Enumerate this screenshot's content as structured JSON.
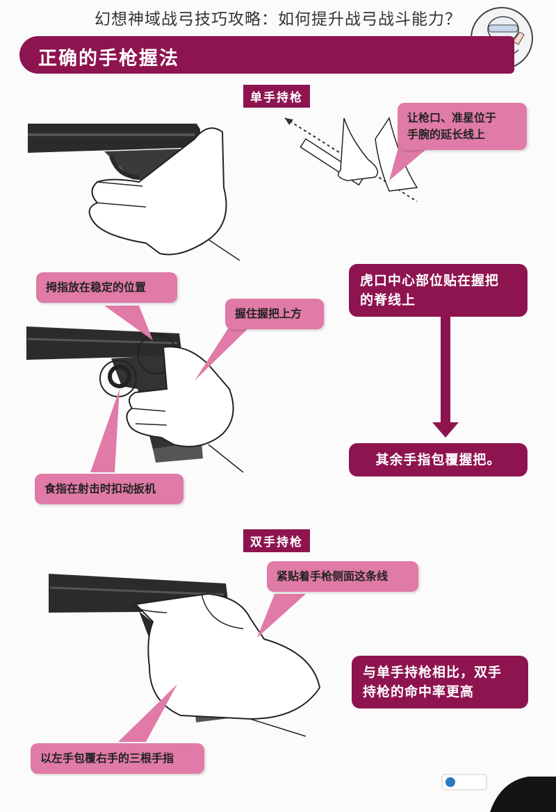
{
  "page_title": "幻想神域战弓技巧攻略：如何提升战弓战斗能力？",
  "banner_title": "正确的手枪握法",
  "sections": {
    "one_hand": "单手持枪",
    "two_hand": "双手持枪"
  },
  "callouts": {
    "align": "让枪口、准星位于手腕的延长线上",
    "align_line1": "让枪口、准星位于",
    "align_line2": "手腕的延长线上",
    "thumb": "拇指放在稳定的位置",
    "grip_top": "握住握把上方",
    "index": "食指在射击时扣动扳机",
    "tiger_line1": "虎口中心部位贴在握把",
    "tiger_line2": "的脊线上",
    "other_fingers": "其余手指包覆握把。",
    "side_line": "紧贴着手枪侧面这条线",
    "compare_line1": "与单手持枪相比，双手",
    "compare_line2": "持枪的命中率更高",
    "left_hand": "以左手包覆右手的三根手指"
  },
  "colors": {
    "accent_dark": "#8e1450",
    "accent_pink": "#e07aa6",
    "gun": "#2b2b2b"
  }
}
